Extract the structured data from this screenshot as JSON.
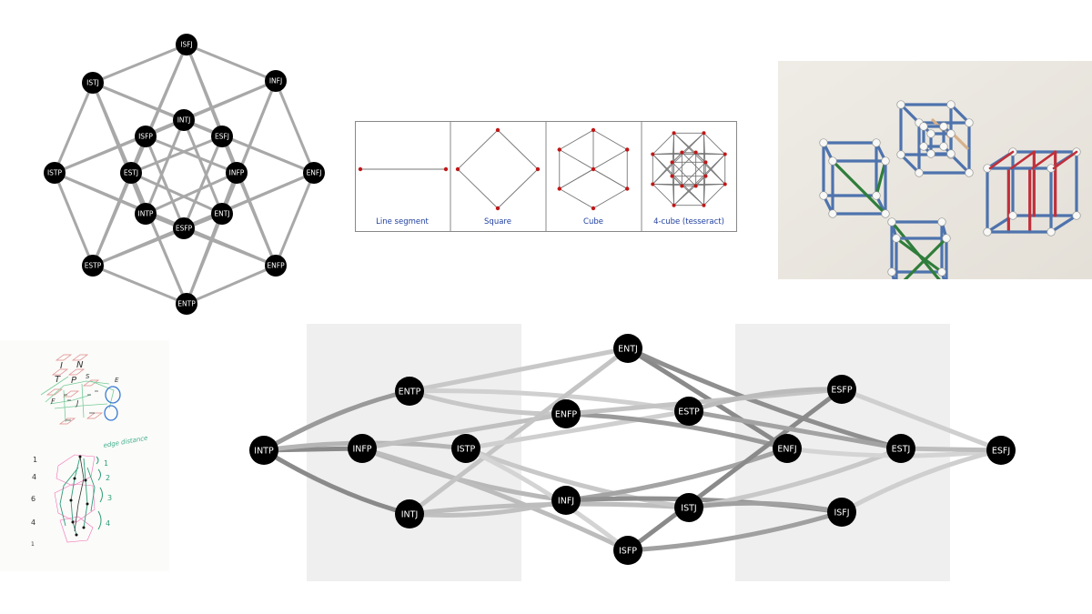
{
  "colors": {
    "node": "#000000",
    "node_text": "#ffffff",
    "edge": "#a8a8a8",
    "caption": "#1f3fa0",
    "vertex_red": "#c01818",
    "band": "#efefef"
  },
  "tesseract": {
    "nodes": [
      "ISFJ",
      "INFJ",
      "ENFJ",
      "ENFP",
      "ENTP",
      "ESTP",
      "ISTP",
      "ISTJ",
      "INTJ",
      "ESFJ",
      "INFP",
      "ENTJ",
      "ESFP",
      "INTP",
      "ESTJ",
      "ISFP"
    ]
  },
  "dimension_strip": {
    "captions": [
      "Line segment",
      "Square",
      "Cube",
      "4-cube (tesseract)"
    ]
  },
  "whiteboard": {
    "top_letters": [
      "I",
      "N",
      "T",
      "P",
      "S",
      "F",
      "J",
      "E"
    ],
    "annotation": "edge distance",
    "left_numbers": [
      "1",
      "4",
      "6",
      "4",
      "1"
    ],
    "brace_numbers": [
      "1",
      "2",
      "3",
      "4"
    ]
  },
  "layered_graph": {
    "nodes": [
      "INTP",
      "ENTP",
      "INFP",
      "INTJ",
      "ISTP",
      "ENTJ",
      "ENFP",
      "INFJ",
      "ISFP",
      "ESTP",
      "ISTJ",
      "ESFP",
      "ENFJ",
      "ISFJ",
      "ESTJ",
      "ESFJ"
    ]
  }
}
